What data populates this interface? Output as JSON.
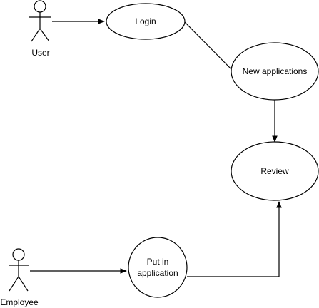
{
  "actors": {
    "user": {
      "label": "User"
    },
    "employee": {
      "label": "Employee"
    }
  },
  "use_cases": {
    "login": {
      "label": "Login"
    },
    "new_applications": {
      "label": "New applications"
    },
    "review": {
      "label": "Review"
    },
    "put_in_application": {
      "line1": "Put in",
      "line2": "application"
    }
  },
  "colors": {
    "stroke": "#000000",
    "fill": "#ffffff"
  }
}
